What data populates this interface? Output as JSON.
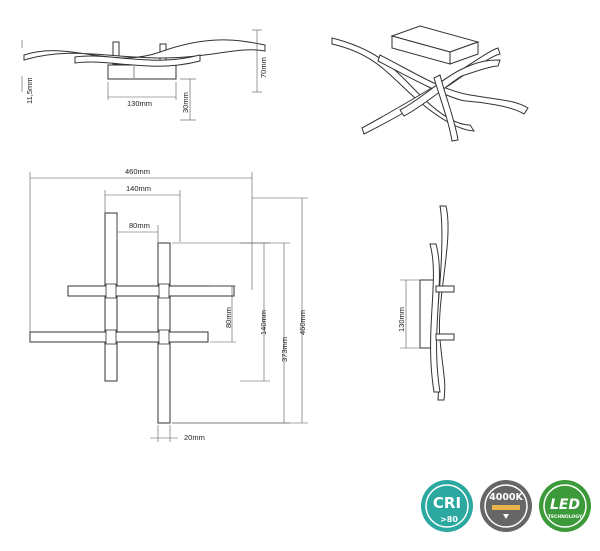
{
  "dimensions": {
    "top_view": {
      "total_height": "70mm",
      "wave_thickness": "11,5mm",
      "base_width": "130mm",
      "base_height": "30mm"
    },
    "front_view": {
      "overall_width": "460mm",
      "bar_span": "140mm",
      "bar_offset": "80mm",
      "vert_80": "80mm",
      "vert_140": "140mm",
      "vert_373": "373mm",
      "vert_460": "460mm",
      "bar_width": "20mm"
    },
    "side_view": {
      "base_length": "130mm"
    }
  },
  "badges": {
    "cri": {
      "label": "CRI",
      "sub": ">80",
      "color": "#2ba8a0"
    },
    "kelvin": {
      "label": "4000K",
      "color": "#666666",
      "accent": "#e8b34a"
    },
    "led": {
      "label": "LED",
      "sub": "TECHNOLOGY",
      "color": "#3c9a3a"
    }
  },
  "colors": {
    "line": "#333333",
    "dim_line": "#555555"
  }
}
